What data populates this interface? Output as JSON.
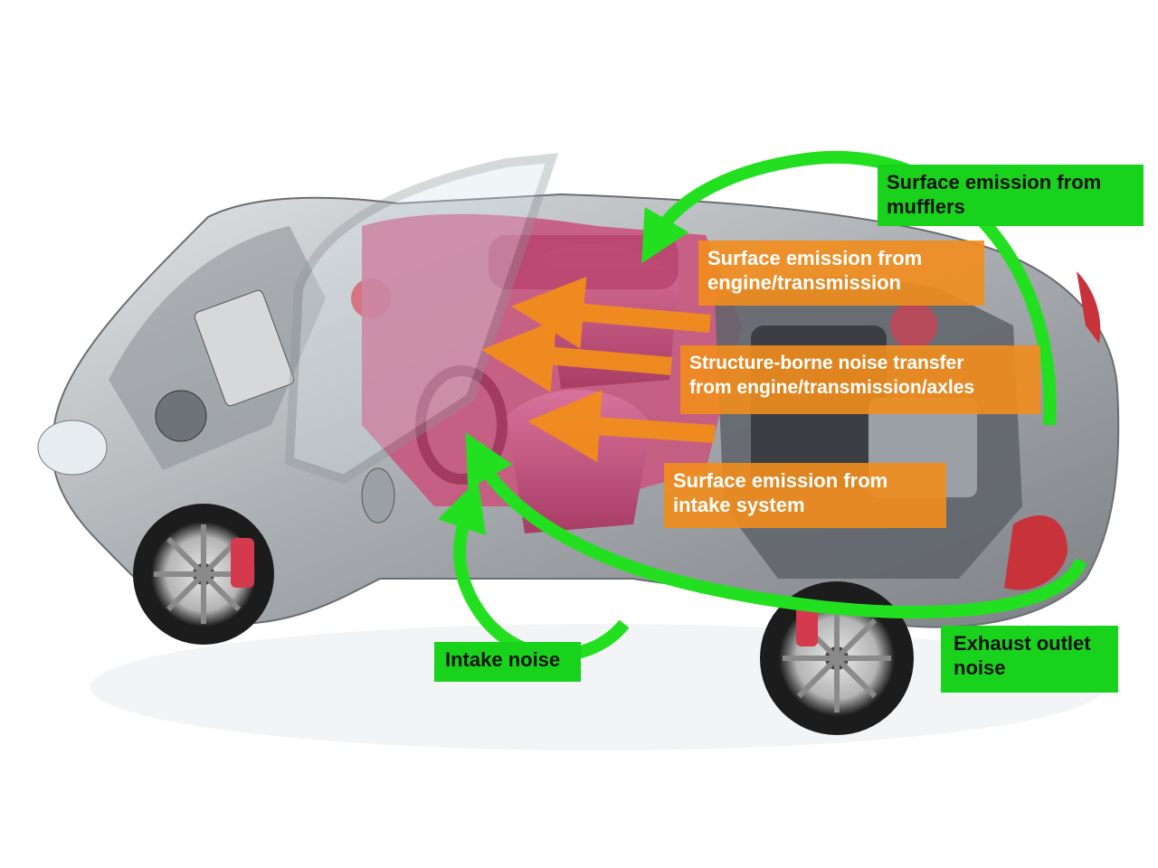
{
  "labels": {
    "mufflers": "Surface emission from\nmufflers",
    "engine_transmission": "Surface emission from\nengine/transmission",
    "structure_borne": "Structure-borne noise transfer\nfrom engine/transmission/axles",
    "intake_system": "Surface emission from\nintake system",
    "intake_noise": "Intake noise",
    "exhaust_noise": "Exhaust outlet\nnoise"
  },
  "colors": {
    "green_label": "#19d21c",
    "green_arrow": "#22e01f",
    "orange_arrow": "#f28d1c",
    "interior": "#c8567e",
    "body": "#b9bcbf"
  }
}
